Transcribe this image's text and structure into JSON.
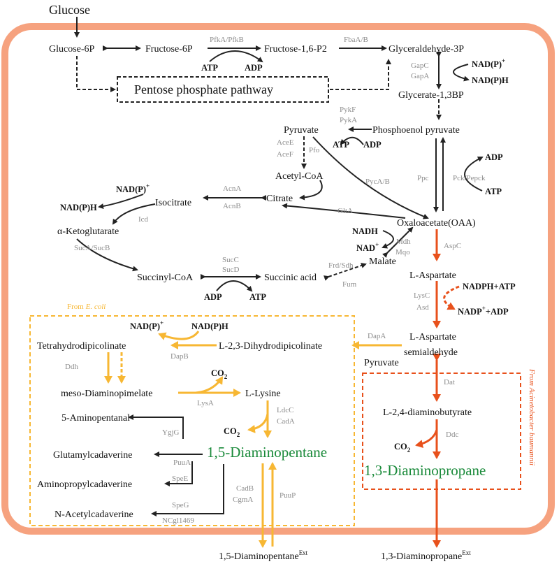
{
  "colors": {
    "cell_border": "#f6a27f",
    "black_path": "#222222",
    "ecoli_path": "#f7b733",
    "acineto_path": "#e8511c",
    "product_text": "#1a8a3a",
    "enzyme_text": "#8c8c8c"
  },
  "metabolites": {
    "glucose": "Glucose",
    "g6p": "Glucose-6P",
    "f6p": "Fructose-6P",
    "f16p2": "Fructose-1,6-P2",
    "g3p": "Glyceraldehyde-3P",
    "ppp": "Pentose phosphate pathway",
    "gly13bp": "Glycerate-1,3BP",
    "pyruvate": "Pyruvate",
    "pep": "Phosphoenol pyruvate",
    "acetylcoa": "Acetyl-CoA",
    "citrate": "Citrate",
    "isocitrate": "Isocitrate",
    "akg": "α-Ketoglutarate",
    "oaa": "Oxaloacetate(OAA)",
    "succinylcoa": "Succinyl-CoA",
    "succinic": "Succinic acid",
    "malate": "Malate",
    "laspartate": "L-Aspartate",
    "lasa1": "L-Aspartate",
    "lasa2": "semialdehyde",
    "pyruvate2": "Pyruvate",
    "thdp": "Tetrahydrodipicolinate",
    "dhdp": "L-2,3-Dihydrodipicolinate",
    "meso": "meso-Diaminopimelate",
    "lysine": "L-Lysine",
    "aminopentanal": "5-Aminopentanal",
    "glutamyl": "Glutamylcadaverine",
    "aminopropyl": "Aminopropylcadaverine",
    "nacetyl": "N-Acetylcadaverine",
    "dab": "L-2,4-diaminobutyrate",
    "dap_ext": "1,5-Diaminopentane",
    "dapr_ext": "1,3-Diaminopropane",
    "ext_sup": "Ext"
  },
  "products": {
    "dapentane": "1,5-Diaminopentane",
    "dapropane": "1,3-Diaminopropane"
  },
  "enzymes": {
    "pfk": "PfkA/PfkB",
    "fba": "FbaA/B",
    "gapc": "GapC",
    "gapa": "GapA",
    "pykf": "PykF",
    "pyka": "PykA",
    "acee": "AceE",
    "acef": "AceF",
    "pfo": "Pfo",
    "pyca": "PycA/B",
    "ppc": "Ppc",
    "pck": "Pck/Pepck",
    "acna": "AcnA",
    "acnb": "AcnB",
    "glta": "GltA",
    "icd": "Icd",
    "sucab": "SucA/SucB",
    "succ": "SucC",
    "sucd": "SucD",
    "frd": "Frd/Sdh",
    "fum": "Fum",
    "mdh": "Mdh",
    "mqo": "Mqo",
    "aspc": "AspC",
    "lysc": "LysC",
    "asd": "Asd",
    "dapa": "DapA",
    "dapb": "DapB",
    "ddh": "Ddh",
    "lysa": "LysA",
    "ldcc": "LdcC",
    "cada": "CadA",
    "ygjg": "YgjG",
    "puua": "PuuA",
    "spee": "SpeE",
    "speg": "SpeG",
    "ncgl": "NCgl1469",
    "cadb": "CadB",
    "cgma": "CgmA",
    "puup": "PuuP",
    "dat": "Dat",
    "ddc": "Ddc"
  },
  "cofactors": {
    "atp": "ATP",
    "adp": "ADP",
    "nadp_plus": "NAD(P)",
    "plus_sup": "+",
    "nadph": "NAD(P)H",
    "nadh": "NADH",
    "nad_plus": "NAD",
    "co2": "CO",
    "co2_sub": "2",
    "nadph_atp": "NADPH+ATP",
    "nadp_adp_a": "NADP",
    "nadp_adp_b": "+ADP"
  },
  "sources": {
    "ecoli_prefix": "From ",
    "ecoli_name": "E. coli",
    "acineto": "From Acinetobacter baumannii"
  }
}
